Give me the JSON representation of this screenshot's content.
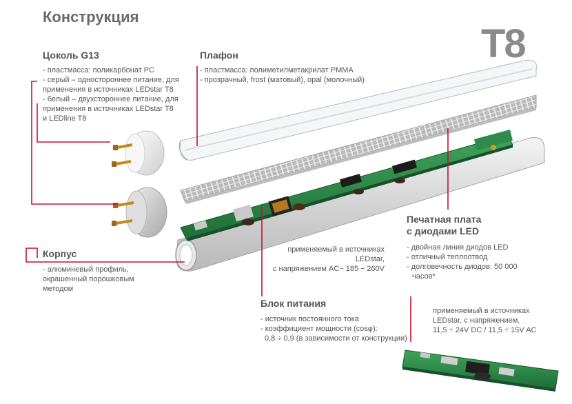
{
  "title": "Конструкция",
  "badge": "T8",
  "base": {
    "heading": "Цоколь G13",
    "lines": [
      "- пластмасса: поликарбонат PC",
      "- серый – одностороннее питание, для",
      "применения в источниках LEDstar T8",
      "- белый – двухстороннее питание, для",
      "применения в источниках LEDstar T8",
      "и LEDline T8"
    ]
  },
  "diffuser": {
    "heading": "Плафон",
    "lines": [
      "- пластмасса: полиметилметакрилат PMMA",
      "- прозрачный, frost (матовый), opal (молочный)"
    ]
  },
  "housing": {
    "heading": "Корпус",
    "lines": [
      "- алюминевый профиль,",
      "окрашенный порошковым",
      "методом"
    ]
  },
  "pcb": {
    "heading_line1": "Печатная плата",
    "heading_line2": "с диодами LED",
    "lines": [
      "- двойная линия диодов LED",
      "- отличный теплоотвод",
      "- долговечность диодов: 50 000",
      "часов*"
    ]
  },
  "pcb_note": {
    "lines": [
      "применяемый в источниках",
      "LEDstar,",
      "с напряжением AC~ 185 ÷ 260V"
    ]
  },
  "psu": {
    "heading": "Блок питания",
    "lines": [
      "- источник постоянного тока",
      "- коэффициент мощности (cosφ):",
      "0,8 ÷ 0,9 (в зависимости от конструкции)"
    ]
  },
  "psu_note": {
    "lines": [
      "применяемый в источниках",
      "LEDstar, с напряжением,",
      "11,5 ÷ 24V DC / 11,5 ÷ 15V AC"
    ]
  },
  "colors": {
    "leader": "#c8102e",
    "pcb_green": "#2e8b4a",
    "text": "#555555"
  }
}
